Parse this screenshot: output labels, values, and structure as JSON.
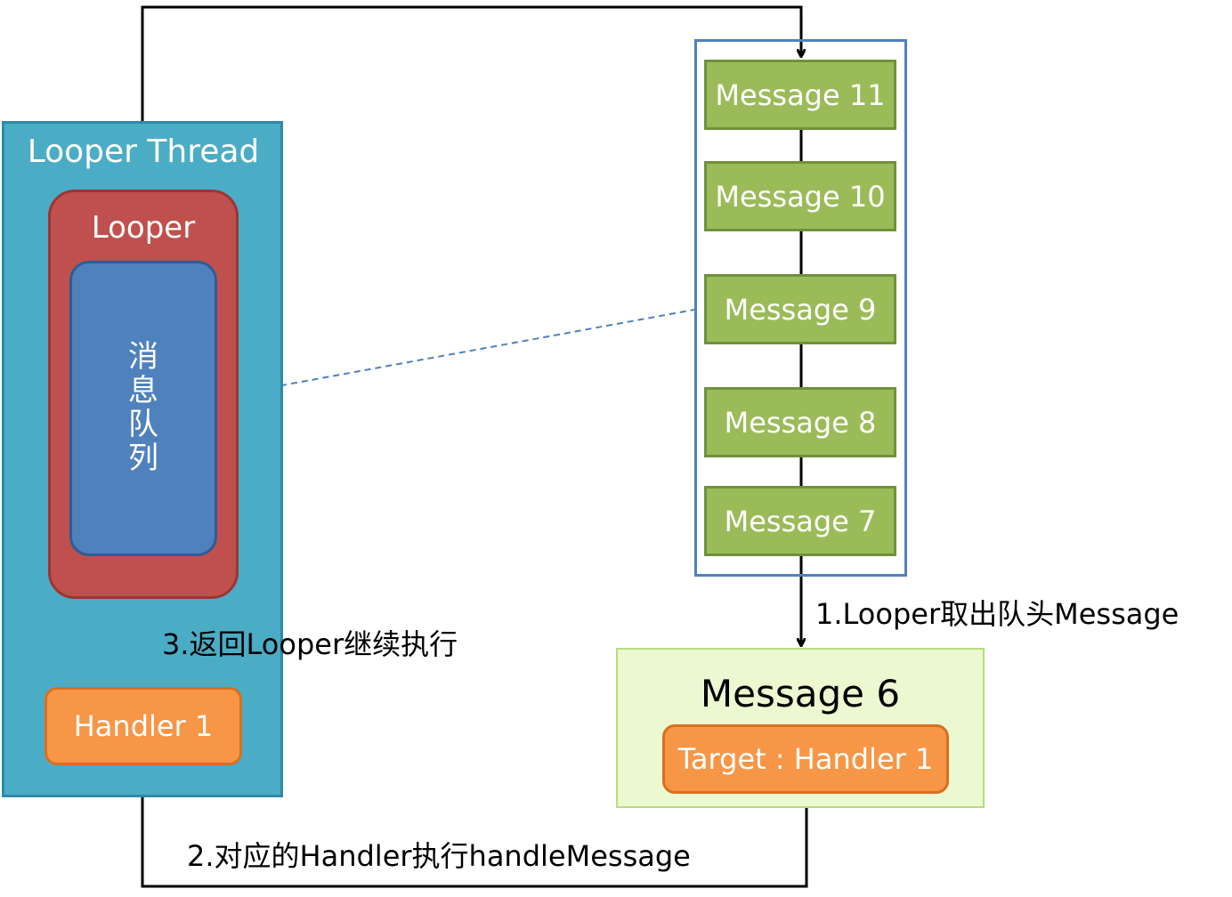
{
  "looper_thread": {
    "title": "Looper Thread",
    "looper": {
      "title": "Looper",
      "queue_chars": [
        "消",
        "息",
        "队",
        "列"
      ]
    },
    "handler": "Handler 1"
  },
  "queue": {
    "messages": [
      "Message 11",
      "Message 10",
      "Message 9",
      "Message 8",
      "Message 7"
    ]
  },
  "current_message": {
    "title": "Message 6",
    "target": "Target : Handler 1"
  },
  "steps": {
    "step1": "1.Looper取出队头Message",
    "step2": "2.对应的Handler执行handleMessage",
    "step3": "3.返回Looper继续执行"
  },
  "colors": {
    "thread": "#4bacc6",
    "looper": "#c0504d",
    "queue": "#4f81bd",
    "handler": "#f79646",
    "message": "#9bbb59",
    "current_message_bg": "#ebf8d0",
    "queue_frame": "#4f81bd"
  }
}
